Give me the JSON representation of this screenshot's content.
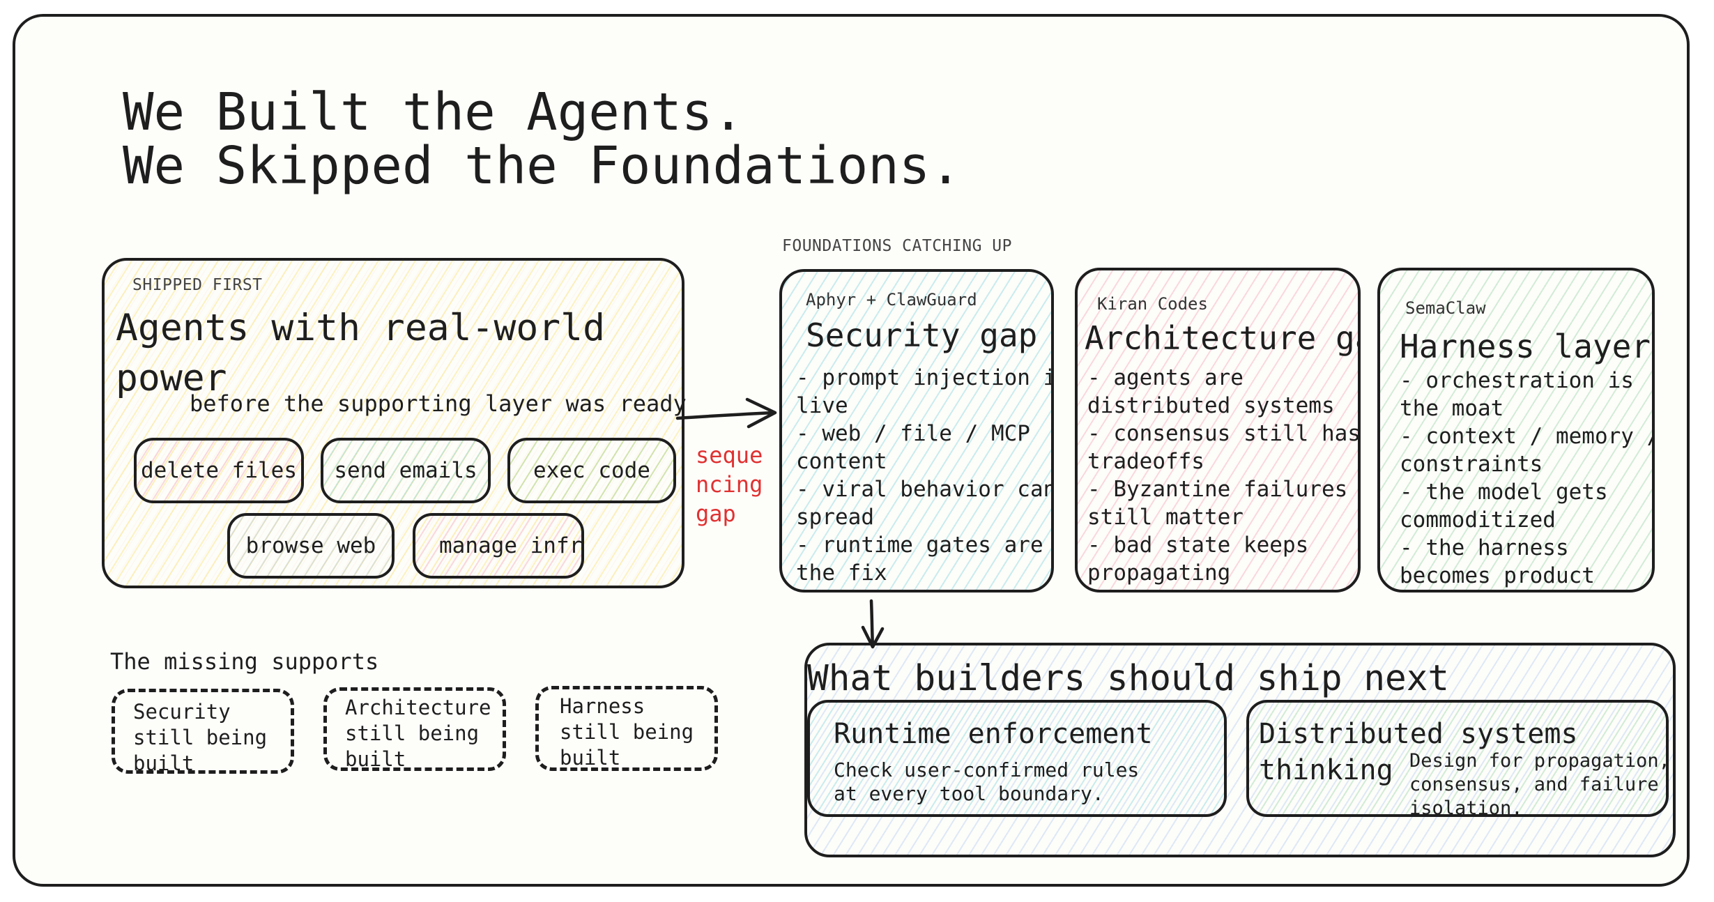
{
  "title": {
    "line1": "We Built the Agents.",
    "line2": "We Skipped the Foundations."
  },
  "shipped": {
    "kicker": "SHIPPED FIRST",
    "heading_line1": "Agents with real-world",
    "heading_line2": "power",
    "subtitle": "before the supporting layer was ready",
    "capabilities": [
      "delete files",
      "send emails",
      "exec code",
      "browse web",
      "manage infra"
    ]
  },
  "gap_label": {
    "line1": "seque",
    "line2": "ncing",
    "line3": "gap"
  },
  "foundations": {
    "kicker": "FOUNDATIONS CATCHING UP",
    "cards": [
      {
        "author": "Aphyr + ClawGuard",
        "title": "Security gap",
        "lines": [
          "- prompt injection is",
          "live",
          "- web / file / MCP",
          "content",
          "- viral behavior can",
          "spread",
          "- runtime gates are",
          "the fix"
        ]
      },
      {
        "author": "Kiran Codes",
        "title": "Architecture gap",
        "lines": [
          "- agents are",
          "distributed systems",
          "- consensus still has",
          "tradeoffs",
          "- Byzantine failures",
          "still matter",
          "- bad state keeps",
          "propagating"
        ]
      },
      {
        "author": "SemaClaw",
        "title": "Harness layer",
        "lines": [
          "- orchestration is",
          "the moat",
          "- context / memory /",
          "constraints",
          "- the model gets",
          "commoditized",
          "- the harness",
          "becomes product"
        ]
      }
    ]
  },
  "missing": {
    "label": "The missing supports",
    "items": [
      [
        "Security",
        "still being",
        "built"
      ],
      [
        "Architecture",
        "still being",
        "built"
      ],
      [
        "Harness",
        "still being",
        "built"
      ]
    ]
  },
  "next": {
    "heading": "What builders should ship next",
    "runtime": {
      "title": "Runtime enforcement",
      "lines": [
        "Check user-confirmed rules",
        "at every tool boundary."
      ]
    },
    "distributed": {
      "title_line1": "Distributed systems",
      "title_line2": "thinking",
      "lines": [
        "Design for propagation,",
        "consensus, and failure",
        "isolation."
      ]
    }
  },
  "colors": {
    "ink": "#1e1e1e",
    "gap_red": "#e03131",
    "yellow_fill": "#fff3bf",
    "cyan_fill": "#c3fae8",
    "pink_fill": "#ffdeeb",
    "green_fill": "#d3f9d8",
    "blue_fill": "#d0ebff"
  }
}
